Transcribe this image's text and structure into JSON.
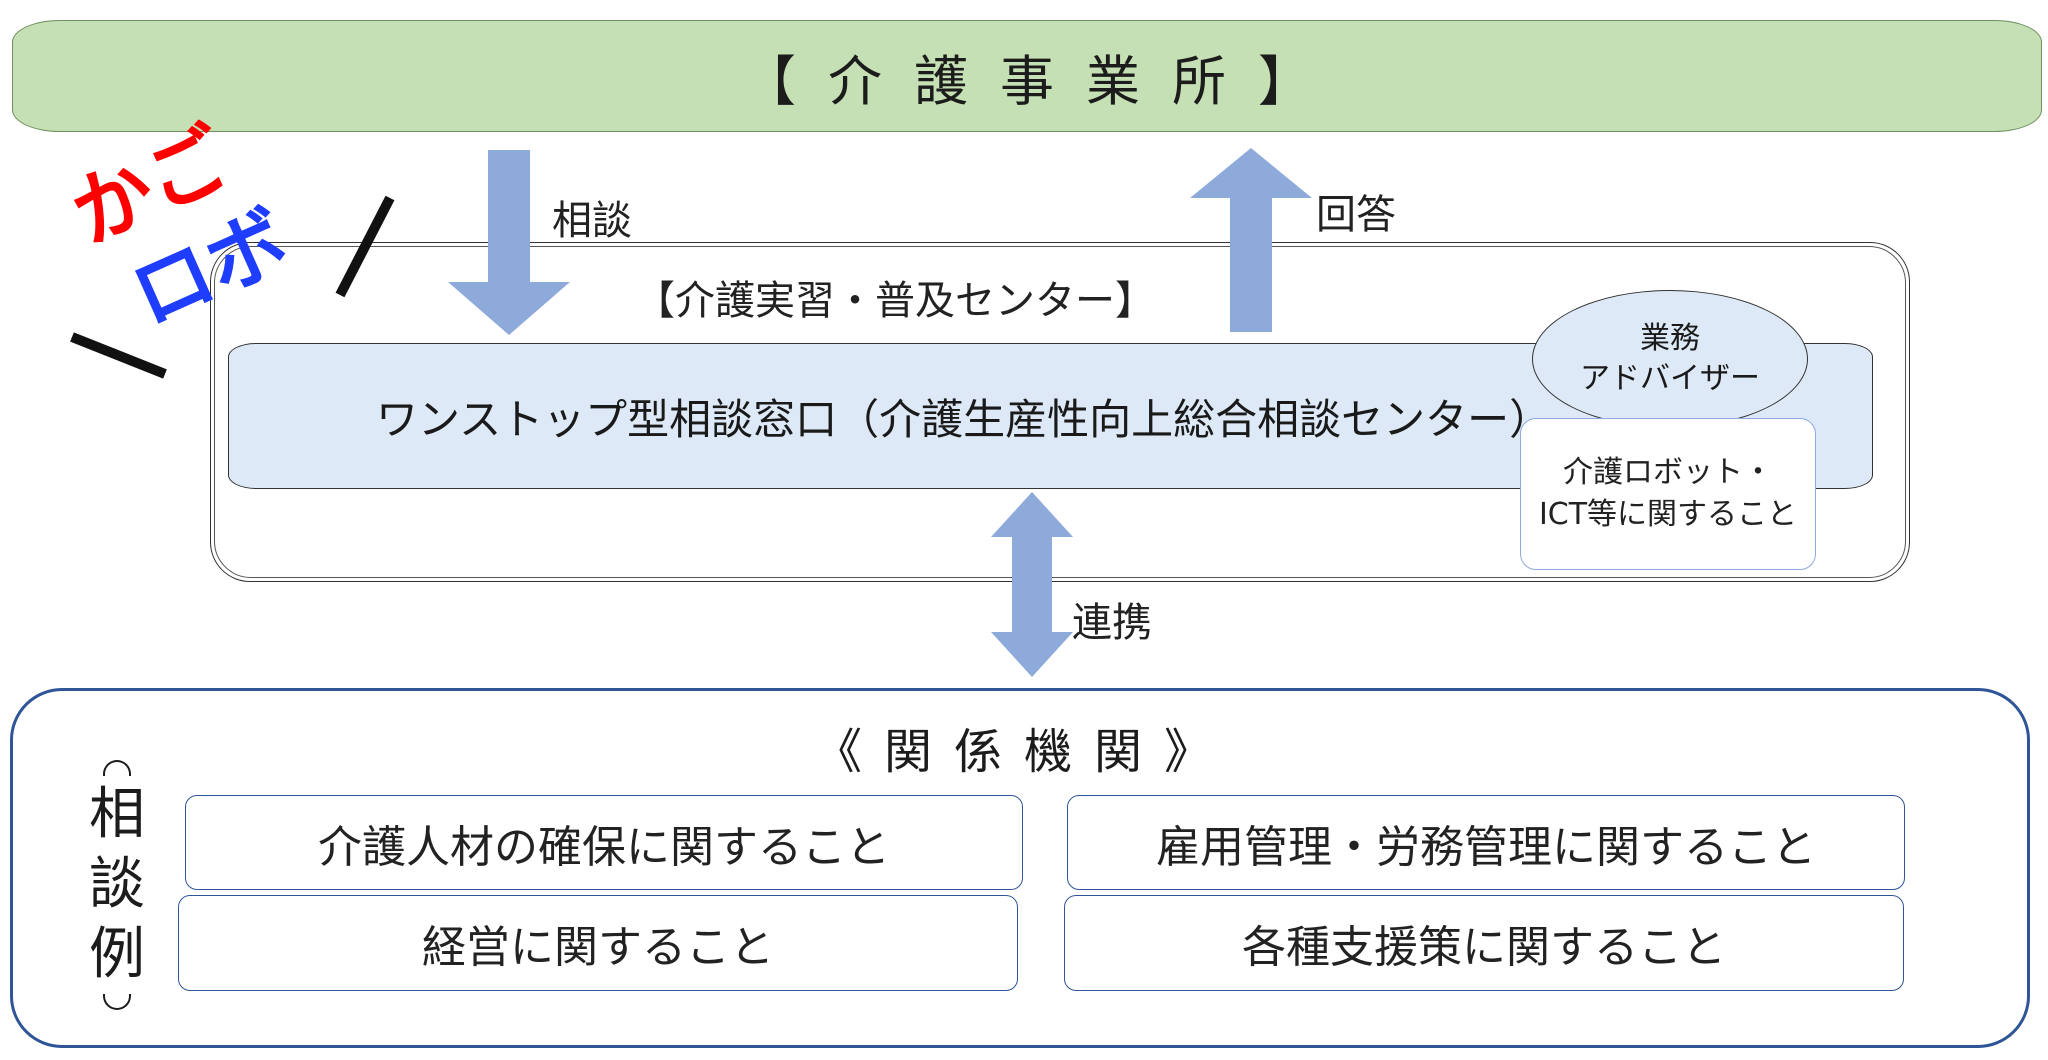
{
  "top_banner": {
    "title": "【介護事業所】"
  },
  "arrows": {
    "consult_label": "相談",
    "answer_label": "回答",
    "cooperate_label": "連携",
    "arrow_color": "#8eaadb"
  },
  "center": {
    "title": "【介護実習・普及センター】",
    "one_stop_label": "ワンストップ型相談窓口（介護生産性向上総合相談センター）",
    "advisor": {
      "line1": "業務",
      "line2": "アドバイザー"
    },
    "ict": {
      "line1": "介護ロボット・",
      "line2": "ICT等に関すること"
    }
  },
  "logo": {
    "line1": "かご",
    "line2": "ロボ"
  },
  "related": {
    "title": "《関係機関》",
    "example_label": [
      "相",
      "談",
      "例"
    ],
    "examples": [
      "介護人材の確保に関すること",
      "雇用管理・労務管理に関すること",
      "経営に関すること",
      "各種支援策に関すること"
    ]
  },
  "colors": {
    "banner_fill": "#c5e0b4",
    "band_fill": "#dde9f6",
    "related_border": "#2f5597",
    "logo_red": "#ff0000",
    "logo_blue": "#1f3dff"
  }
}
